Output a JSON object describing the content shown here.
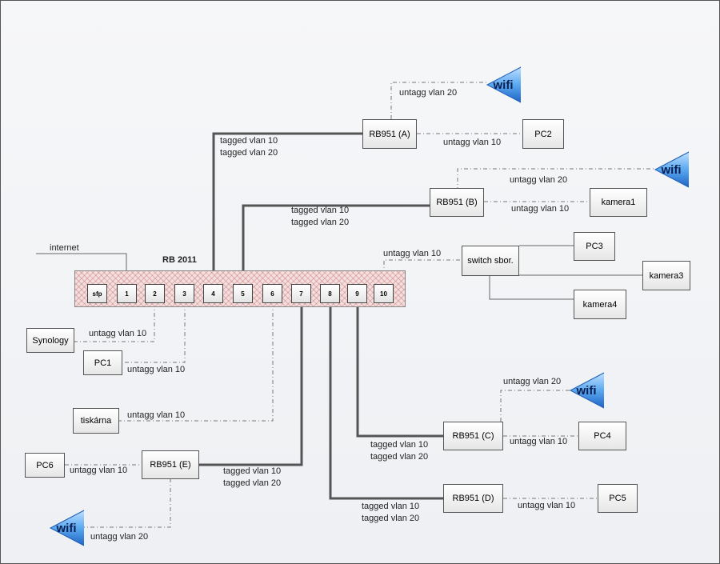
{
  "switch": {
    "title": "RB 2011",
    "ports": [
      "sfp",
      "1",
      "2",
      "3",
      "4",
      "5",
      "6",
      "7",
      "8",
      "9",
      "10"
    ]
  },
  "labels": {
    "internet": "internet",
    "tagged10": "tagged vlan 10",
    "tagged20": "tagged vlan 20",
    "untagged10": "untagg vlan 10",
    "untagged20": "untagg vlan 20"
  },
  "devices": {
    "rb951a": "RB951 (A)",
    "rb951b": "RB951 (B)",
    "rb951c": "RB951 (C)",
    "rb951d": "RB951 (D)",
    "rb951e": "RB951 (E)",
    "pc1": "PC1",
    "pc2": "PC2",
    "pc3": "PC3",
    "pc4": "PC4",
    "pc5": "PC5",
    "pc6": "PC6",
    "kamera1": "kamera1",
    "kamera3": "kamera3",
    "kamera4": "kamera4",
    "switch_sbor": "switch sbor.",
    "synology": "Synology",
    "tiskarna": "tiskárna"
  },
  "wifi": {
    "label": "wifi"
  },
  "colors": {
    "trunk": "#555555",
    "access": "#666666",
    "wifi_blue": "#2f7fd6",
    "switch_fill": "#f4dede"
  }
}
